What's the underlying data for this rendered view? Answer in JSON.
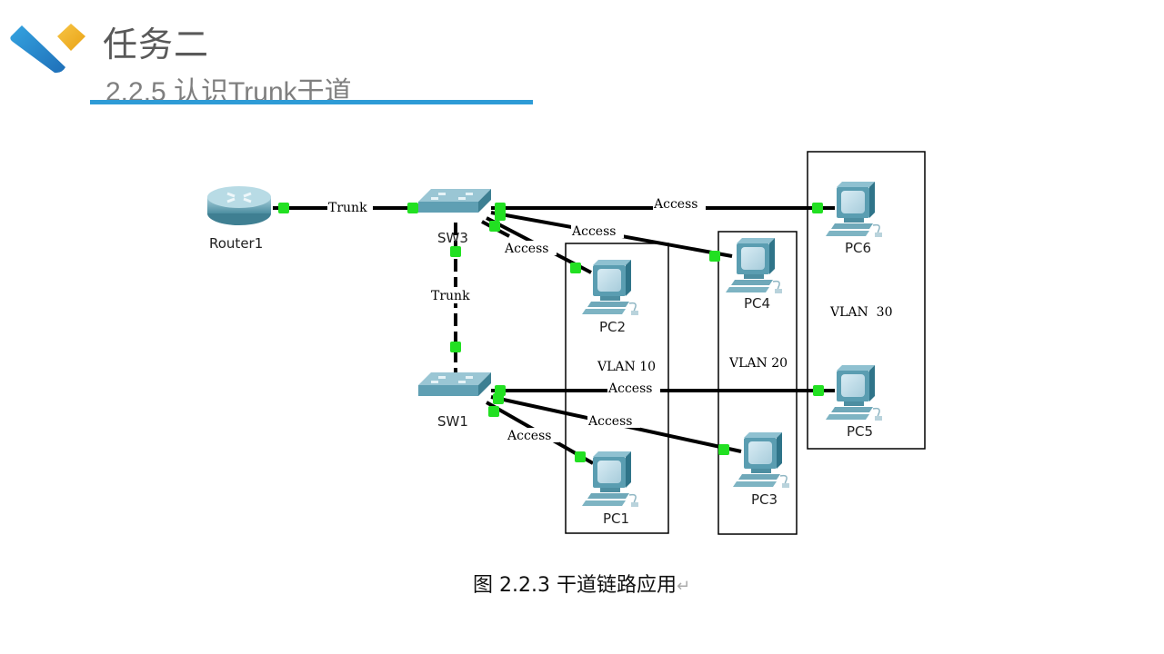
{
  "header": {
    "title": "任务二",
    "subtitle": "2.2.5 认识Trunk干道",
    "accent_color": "#2e9bd6",
    "logo_colors": {
      "blue": "#2a86cf",
      "gold": "#f0b323"
    }
  },
  "diagram": {
    "devices": [
      {
        "id": "Router1",
        "type": "router",
        "label": "Router1"
      },
      {
        "id": "SW3",
        "type": "switch",
        "label": "SW3"
      },
      {
        "id": "SW1",
        "type": "switch",
        "label": "SW1"
      },
      {
        "id": "PC1",
        "type": "pc",
        "label": "PC1"
      },
      {
        "id": "PC2",
        "type": "pc",
        "label": "PC2"
      },
      {
        "id": "PC3",
        "type": "pc",
        "label": "PC3"
      },
      {
        "id": "PC4",
        "type": "pc",
        "label": "PC4"
      },
      {
        "id": "PC5",
        "type": "pc",
        "label": "PC5"
      },
      {
        "id": "PC6",
        "type": "pc",
        "label": "PC6"
      }
    ],
    "links": [
      {
        "from": "Router1",
        "to": "SW3",
        "label": "Trunk"
      },
      {
        "from": "SW3",
        "to": "SW1",
        "label": "Trunk"
      },
      {
        "from": "SW3",
        "to": "PC6",
        "label": "Access"
      },
      {
        "from": "SW3",
        "to": "PC4",
        "label": "Access"
      },
      {
        "from": "SW3",
        "to": "PC2",
        "label": "Access"
      },
      {
        "from": "SW1",
        "to": "PC5",
        "label": "Access"
      },
      {
        "from": "SW1",
        "to": "PC3",
        "label": "Access"
      },
      {
        "from": "SW1",
        "to": "PC1",
        "label": "Access"
      }
    ],
    "vlans": [
      {
        "label": "VLAN 10",
        "members": [
          "PC1",
          "PC2"
        ]
      },
      {
        "label": "VLAN 20",
        "members": [
          "PC3",
          "PC4"
        ]
      },
      {
        "label": "VLAN  30",
        "members": [
          "PC5",
          "PC6"
        ]
      }
    ],
    "port_color": "#22e022"
  },
  "caption": {
    "text": "图 2.2.3  干道链路应用",
    "return_mark": "↵"
  }
}
